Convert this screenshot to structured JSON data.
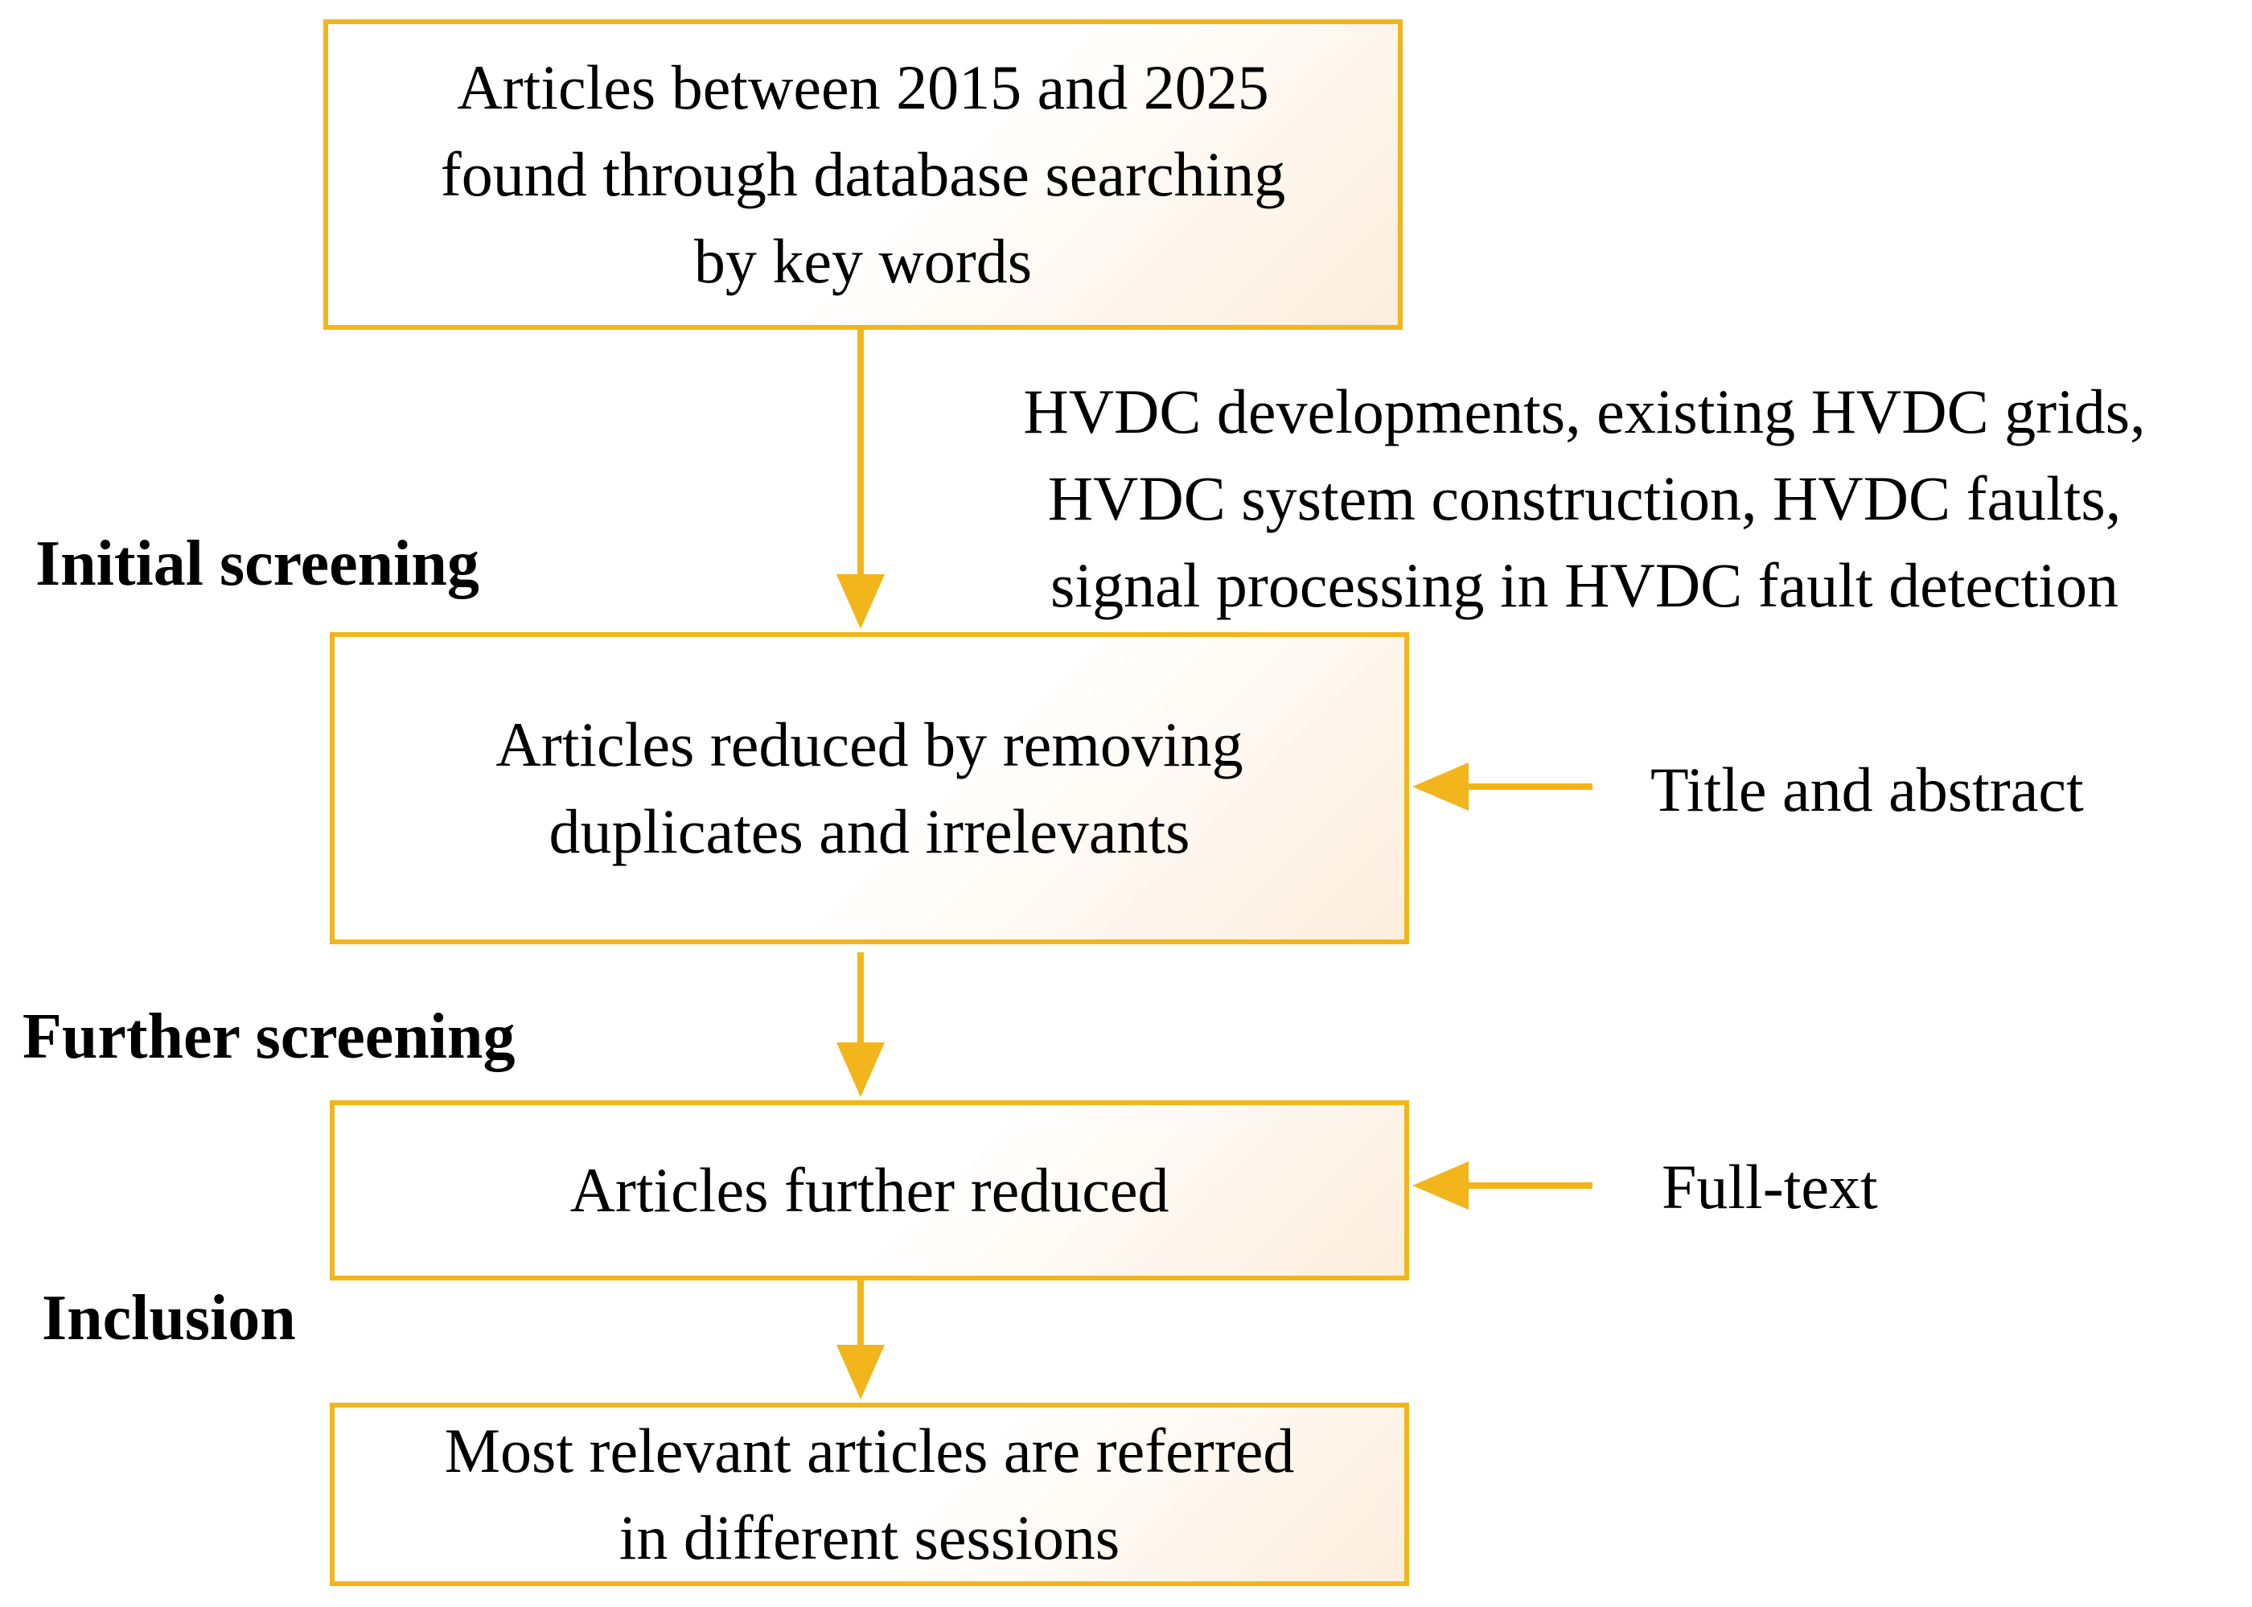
{
  "boxes": {
    "search": {
      "lines": [
        "Articles between 2015 and 2025",
        "found through database searching",
        "by key words"
      ]
    },
    "reduced": {
      "lines": [
        "Articles reduced by removing",
        "duplicates and irrelevants"
      ]
    },
    "further": {
      "lines": [
        "Articles further reduced"
      ]
    },
    "final": {
      "lines": [
        "Most relevant articles are referred",
        "in different sessions"
      ]
    }
  },
  "stages": {
    "initial": "Initial screening",
    "further": "Further screening",
    "inclusion": "Inclusion"
  },
  "criteria": {
    "keywords": {
      "lines": [
        "HVDC developments, existing HVDC grids,",
        "HVDC system construction, HVDC faults,",
        "signal processing in HVDC fault detection"
      ]
    },
    "title_abstract": "Title and abstract",
    "full_text": "Full-text"
  },
  "colors": {
    "accent": "#f2b51b",
    "box_fill_gradient_end": "#fdeede",
    "text": "#000000"
  }
}
